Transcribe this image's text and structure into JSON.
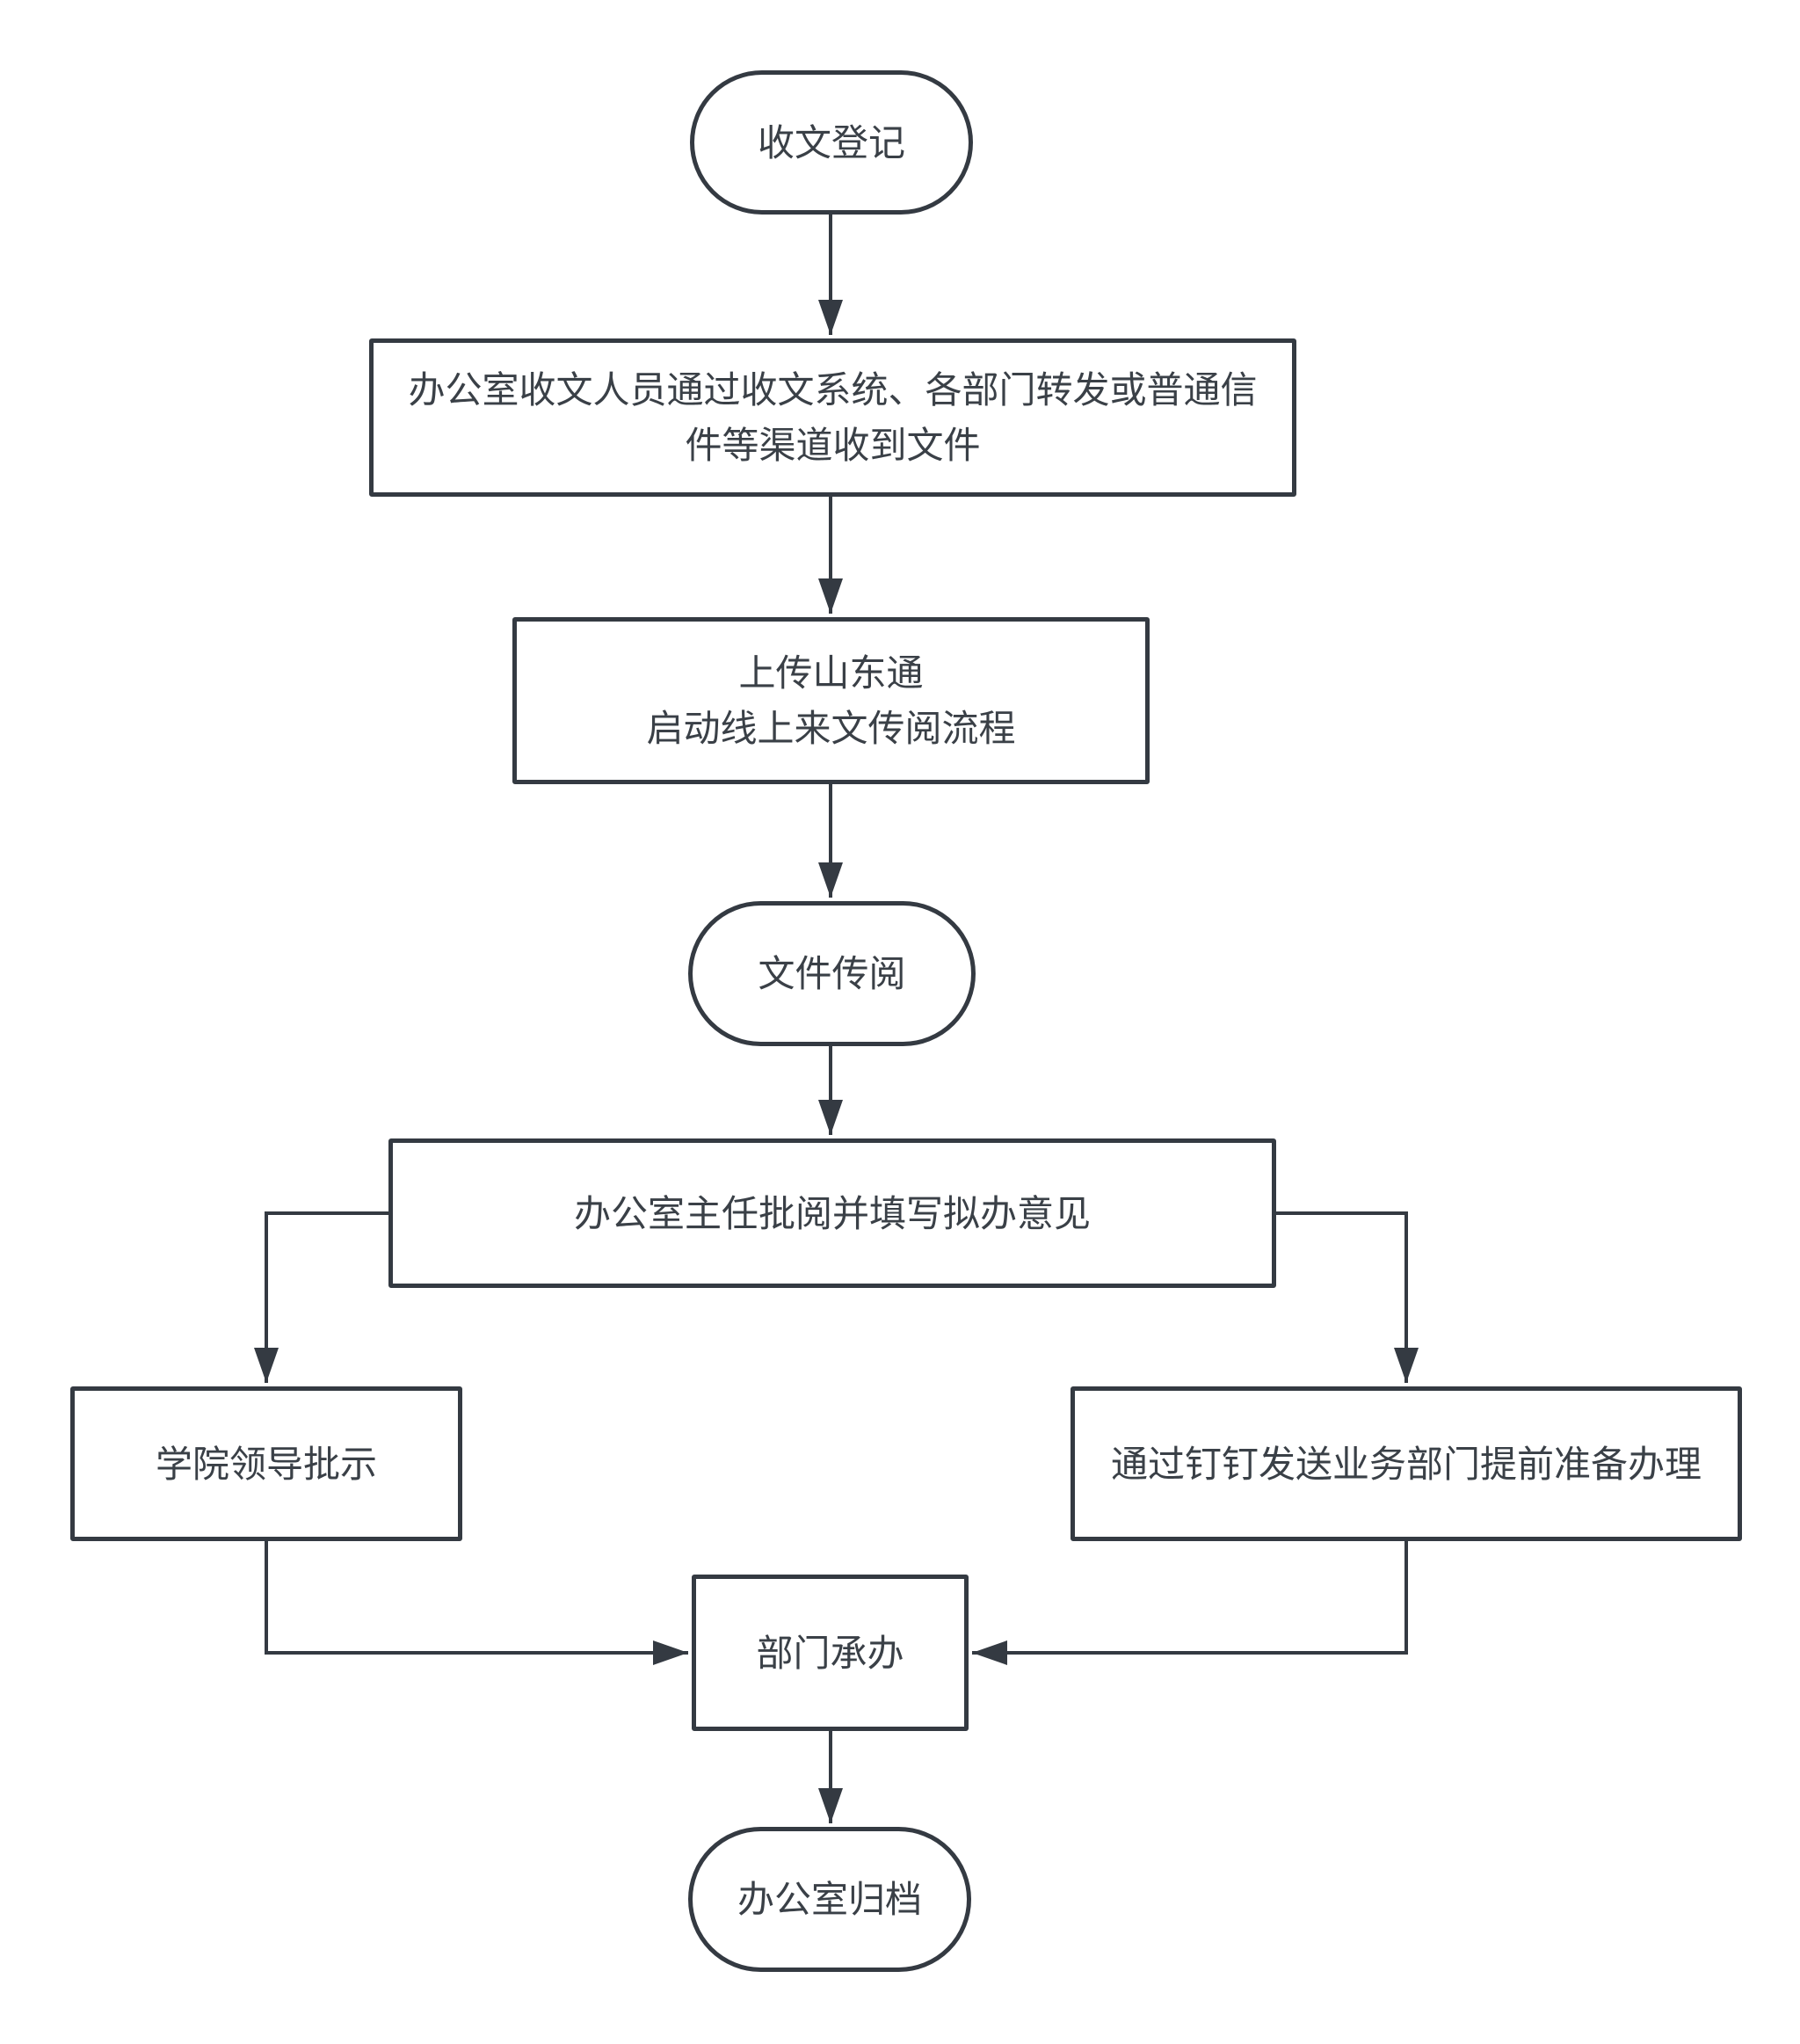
{
  "diagram": {
    "type": "flowchart",
    "colors": {
      "line": "#343a42",
      "border": "#343a42",
      "text": "#3a4047",
      "background": "#ffffff"
    },
    "nodes": [
      {
        "id": "register-incoming-document",
        "shape": "stadium",
        "label": "收文登记"
      },
      {
        "id": "office-receives-document",
        "shape": "rect",
        "label": "办公室收文人员通过收文系统、各部门转发或普通信\n件等渠道收到文件"
      },
      {
        "id": "upload-shandong-tong",
        "shape": "rect",
        "label": "上传山东通\n启动线上来文传阅流程"
      },
      {
        "id": "document-circulation",
        "shape": "stadium",
        "label": "文件传阅"
      },
      {
        "id": "office-director-review",
        "shape": "rect",
        "label": "办公室主任批阅并填写拟办意见"
      },
      {
        "id": "college-leader-instruction",
        "shape": "rect",
        "label": "学院领导批示"
      },
      {
        "id": "dingtalk-notify-departments",
        "shape": "rect",
        "label": "通过钉钉发送业务部门提前准备办理"
      },
      {
        "id": "department-handling",
        "shape": "rect",
        "label": "部门承办"
      },
      {
        "id": "office-archiving",
        "shape": "stadium",
        "label": "办公室归档"
      }
    ],
    "edges": [
      {
        "from": "register-incoming-document",
        "to": "office-receives-document",
        "style": "arrow"
      },
      {
        "from": "office-receives-document",
        "to": "upload-shandong-tong",
        "style": "arrow"
      },
      {
        "from": "upload-shandong-tong",
        "to": "document-circulation",
        "style": "arrow"
      },
      {
        "from": "document-circulation",
        "to": "office-director-review",
        "style": "arrow"
      },
      {
        "from": "office-director-review",
        "to": "college-leader-instruction",
        "style": "elbow-arrow"
      },
      {
        "from": "office-director-review",
        "to": "dingtalk-notify-departments",
        "style": "elbow-arrow"
      },
      {
        "from": "college-leader-instruction",
        "to": "department-handling",
        "style": "elbow-arrow"
      },
      {
        "from": "dingtalk-notify-departments",
        "to": "department-handling",
        "style": "elbow-arrow"
      },
      {
        "from": "department-handling",
        "to": "office-archiving",
        "style": "arrow"
      }
    ]
  }
}
